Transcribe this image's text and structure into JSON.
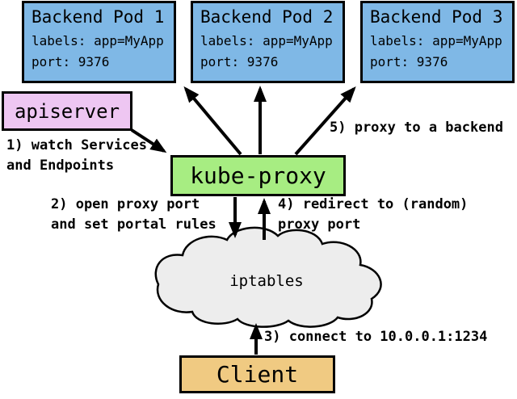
{
  "diagram": {
    "pods": [
      {
        "title": "Backend Pod 1",
        "labels": "labels: app=MyApp",
        "port": "port: 9376"
      },
      {
        "title": "Backend Pod 2",
        "labels": "labels: app=MyApp",
        "port": "port: 9376"
      },
      {
        "title": "Backend Pod 3",
        "labels": "labels: app=MyApp",
        "port": "port: 9376"
      }
    ],
    "apiserver": {
      "label": "apiserver"
    },
    "kube_proxy": {
      "label": "kube-proxy"
    },
    "iptables": {
      "label": "iptables"
    },
    "client": {
      "label": "Client"
    },
    "annotations": {
      "step1": "1) watch Services\nand Endpoints",
      "step2": "2) open proxy port\nand set portal rules",
      "step3": "3) connect to 10.0.0.1:1234",
      "step4": "4) redirect to (random)\nproxy port",
      "step5": "5) proxy to a backend"
    },
    "colors": {
      "pod_fill": "#7fb8e6",
      "apiserver_fill": "#eec6f2",
      "kube_proxy_fill": "#a7ed82",
      "client_fill": "#f0ca82",
      "cloud_fill": "#ededed",
      "line_color": "#000000"
    }
  }
}
